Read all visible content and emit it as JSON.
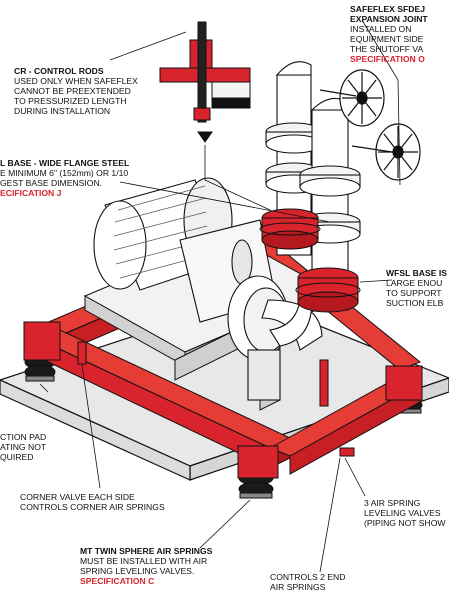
{
  "colors": {
    "accent": "#d9232d",
    "line": "#111111",
    "base_gray": "#e8e8e8"
  },
  "callouts": {
    "safeflex": {
      "title": [
        "SAFEFLEX SFDEJ",
        "EXPANSION JOINT"
      ],
      "body": [
        "INSTALLED ON",
        "EQUIPMENT SIDE",
        "THE SHUTOFF VA"
      ],
      "spec": "SPECIFICATION O"
    },
    "control_rods": {
      "title": [
        "CR - CONTROL RODS"
      ],
      "body": [
        "USED ONLY WHEN SAFEFLEX",
        "CANNOT BE PREEXTENDED",
        "TO PRESSURIZED LENGTH",
        "DURING INSTALLATION"
      ],
      "spec": ""
    },
    "wfsl_left": {
      "title": [
        "L BASE - WIDE FLANGE STEEL"
      ],
      "body": [
        "E MINIMUM 6\" (152mm) OR 1/10",
        "GEST BASE DIMENSION."
      ],
      "spec": "ECIFICATION J"
    },
    "wfsl_right": {
      "title": [
        "WFSL BASE IS"
      ],
      "body": [
        "LARGE ENOU",
        "TO SUPPORT",
        "SUCTION ELB"
      ],
      "spec": ""
    },
    "pad": {
      "title": [],
      "body": [
        "CTION PAD",
        "ATING NOT",
        "QUIRED"
      ],
      "spec": ""
    },
    "corner_valve": {
      "title": [],
      "body": [
        "CORNER VALVE EACH SIDE",
        "CONTROLS CORNER AIR SPRINGS"
      ],
      "spec": ""
    },
    "leveling": {
      "title": [],
      "body": [
        "3 AIR SPRING",
        "LEVELING VALVES",
        "(PIPING NOT SHOW"
      ],
      "spec": ""
    },
    "mt_twin": {
      "title": [
        "MT TWIN SPHERE AIR SPRINGS"
      ],
      "body": [
        "MUST BE INSTALLED WITH AIR",
        "SPRING LEVELING VALVES."
      ],
      "spec": "SPECIFICATION C"
    },
    "controls_end": {
      "title": [],
      "body": [
        "CONTROLS 2 END",
        "AIR SPRINGS"
      ],
      "spec": ""
    }
  }
}
